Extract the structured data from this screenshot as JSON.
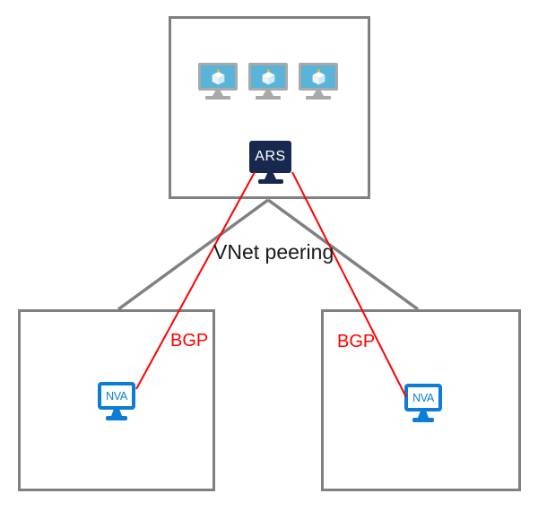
{
  "diagram": {
    "peering_label": "VNet peering",
    "hub_vnet": {
      "vm_count": 3,
      "ars_label": "ARS"
    },
    "spoke_left": {
      "nva_label": "NVA",
      "bgp_label": "BGP"
    },
    "spoke_right": {
      "nva_label": "NVA",
      "bgp_label": "BGP"
    }
  },
  "icons": {
    "vm": "virtual-machine-icon",
    "ars": "azure-route-server-icon",
    "nva": "network-virtual-appliance-icon"
  },
  "colors": {
    "box_border_gray": "#808080",
    "peering_line_gray": "#808080",
    "bgp_line_red": "#ff0000",
    "ars_navy": "#17294e",
    "vm_frame_gray": "#a9a9a9",
    "vm_screen_blue": "#59b4d9",
    "vm_dot_yellow": "#ffb900",
    "nva_blue": "#0b7dd7",
    "label_black": "#1a1a1a"
  }
}
